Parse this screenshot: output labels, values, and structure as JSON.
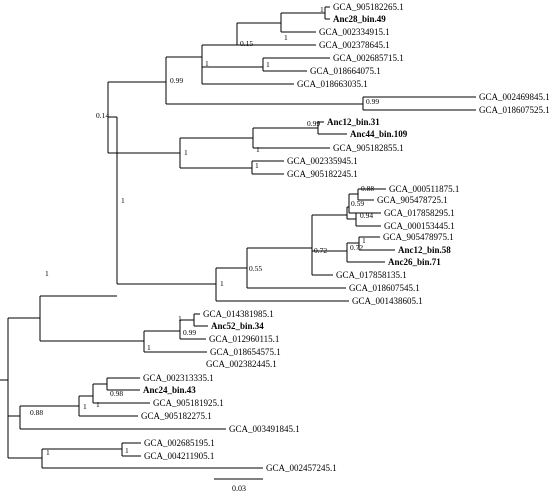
{
  "tree": {
    "leaves": [
      {
        "id": "L1",
        "label": "GCA_905182265.1",
        "bold": false
      },
      {
        "id": "L2",
        "label": "Anc28_bin.49",
        "bold": true
      },
      {
        "id": "L3",
        "label": "GCA_002334915.1",
        "bold": false
      },
      {
        "id": "L4",
        "label": "GCA_002378645.1",
        "bold": false
      },
      {
        "id": "L5",
        "label": "GCA_002685715.1",
        "bold": false
      },
      {
        "id": "L6",
        "label": "GCA_018664075.1",
        "bold": false
      },
      {
        "id": "L7",
        "label": "GCA_018663035.1",
        "bold": false
      },
      {
        "id": "L8",
        "label": "GCA_002469845.1",
        "bold": false
      },
      {
        "id": "L9",
        "label": "GCA_018607525.1",
        "bold": false
      },
      {
        "id": "L10",
        "label": "Anc12_bin.31",
        "bold": true
      },
      {
        "id": "L11",
        "label": "Anc44_bin.109",
        "bold": true
      },
      {
        "id": "L12",
        "label": "GCA_905182855.1",
        "bold": false
      },
      {
        "id": "L13",
        "label": "GCA_002335945.1",
        "bold": false
      },
      {
        "id": "L14",
        "label": "GCA_905182245.1",
        "bold": false
      },
      {
        "id": "L15",
        "label": "GCA_000511875.1",
        "bold": false
      },
      {
        "id": "L16",
        "label": "GCA_905478725.1",
        "bold": false
      },
      {
        "id": "L17",
        "label": "GCA_017858295.1",
        "bold": false
      },
      {
        "id": "L18",
        "label": "GCA_000153445.1",
        "bold": false
      },
      {
        "id": "L19",
        "label": "GCA_905478975.1",
        "bold": false
      },
      {
        "id": "L20",
        "label": "Anc12_bin.58",
        "bold": true
      },
      {
        "id": "L21",
        "label": "Anc26_bin.71",
        "bold": true
      },
      {
        "id": "L22",
        "label": "GCA_017858135.1",
        "bold": false
      },
      {
        "id": "L23",
        "label": "GCA_018607545.1",
        "bold": false
      },
      {
        "id": "L24",
        "label": "GCA_001438605.1",
        "bold": false
      },
      {
        "id": "L25",
        "label": "GCA_014381985.1",
        "bold": false
      },
      {
        "id": "L26",
        "label": "Anc52_bin.34",
        "bold": true
      },
      {
        "id": "L27",
        "label": "GCA_012960115.1",
        "bold": false
      },
      {
        "id": "L28",
        "label": "GCA_018654575.1",
        "bold": false
      },
      {
        "id": "L29",
        "label": "GCA_002382445.1",
        "bold": false
      },
      {
        "id": "L30",
        "label": "GCA_002313335.1",
        "bold": false
      },
      {
        "id": "L31",
        "label": "Anc24_bin.43",
        "bold": true
      },
      {
        "id": "L32",
        "label": "GCA_905181925.1",
        "bold": false
      },
      {
        "id": "L33",
        "label": "GCA_905182275.1",
        "bold": false
      },
      {
        "id": "L34",
        "label": "GCA_003491845.1",
        "bold": false
      },
      {
        "id": "L35",
        "label": "GCA_002685195.1",
        "bold": false
      },
      {
        "id": "L36",
        "label": "GCA_004211905.1",
        "bold": false
      },
      {
        "id": "L37",
        "label": "GCA_002457245.1",
        "bold": false
      }
    ],
    "support_values": [
      "1",
      "1",
      "0.15",
      "1",
      "1",
      "0.99",
      "0.14",
      "0.99",
      "1",
      "1",
      "1",
      "0.88",
      "0.59",
      "0.94",
      "1",
      "0.72",
      "0.55",
      "1",
      "1",
      "0.99",
      "1",
      "1",
      "1",
      "0.98",
      "1",
      "0.88",
      "1",
      "1"
    ],
    "scale_bar_label": "0.03"
  }
}
